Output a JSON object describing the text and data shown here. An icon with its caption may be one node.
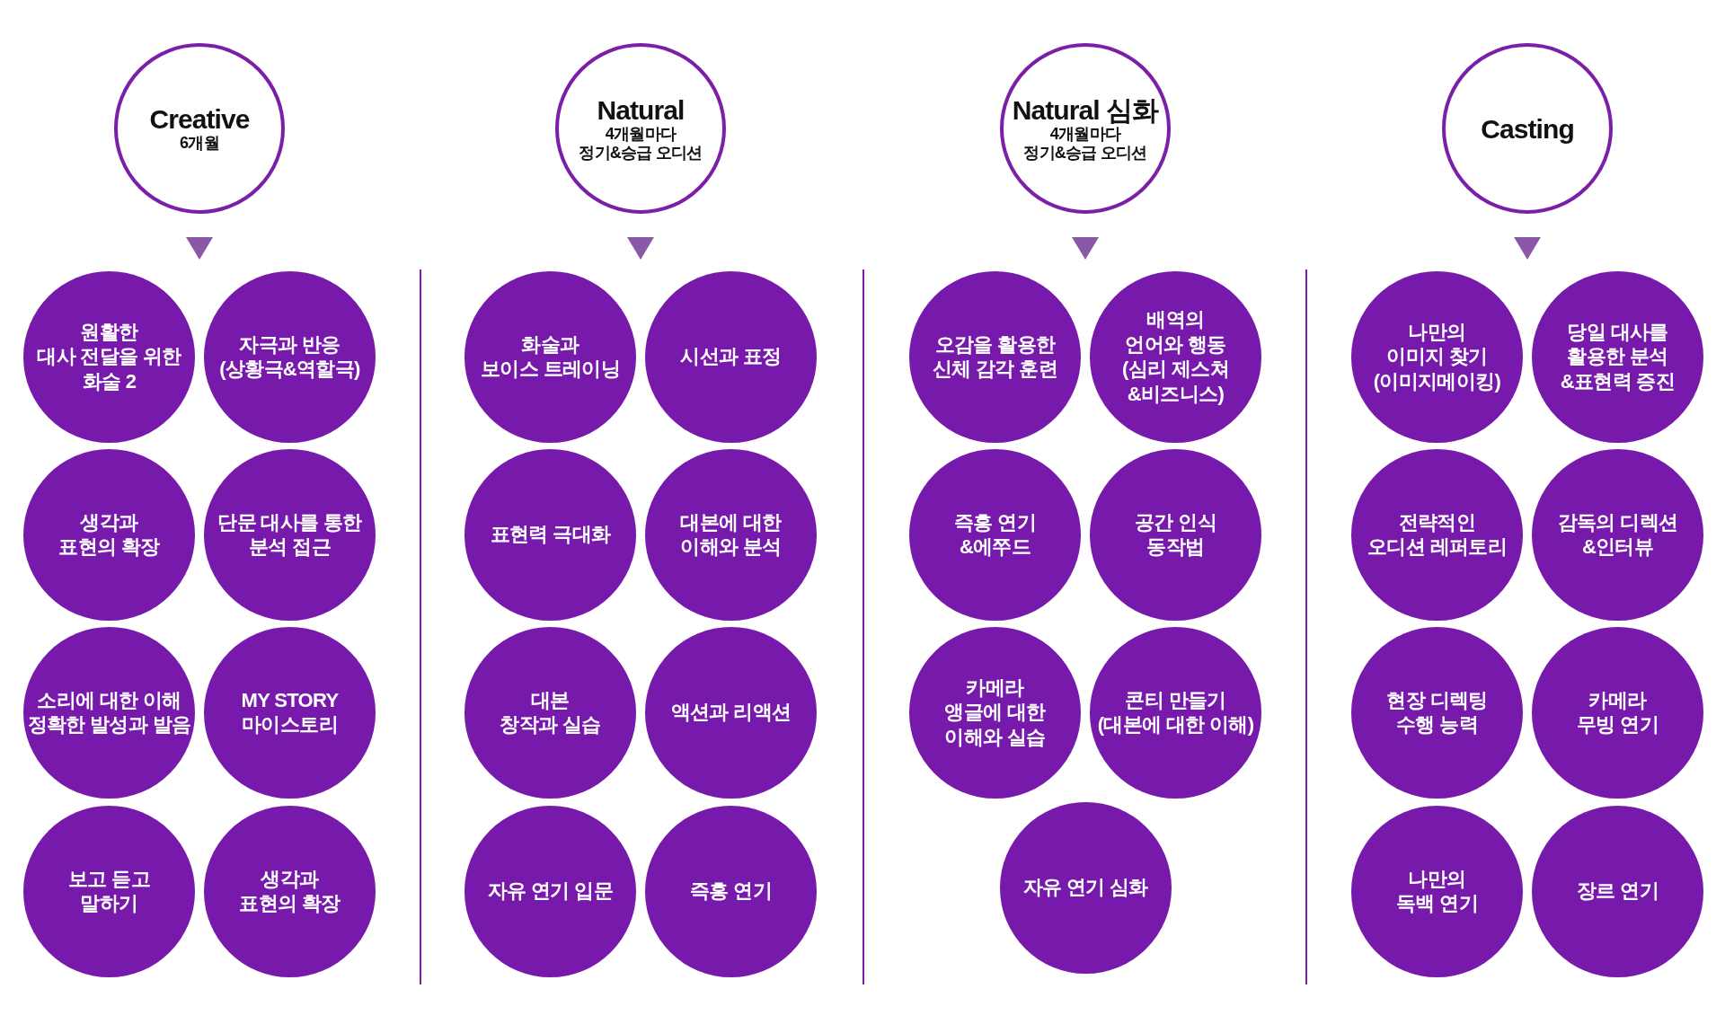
{
  "diagram": {
    "nodes": [
      {
        "text": [
          "Creative",
          "6개월"
        ]
      },
      {
        "text": [
          "원활한 대사 전달을 위한 화술 2"
        ]
      },
      {
        "text": [
          "자극과 반응 (상황극&역할극)"
        ]
      },
      {
        "text": [
          "생각과 표현의 확장"
        ]
      },
      {
        "text": [
          "단문 대사를 통한 분석 접근"
        ]
      },
      {
        "text": [
          "소리에 대한 이해 정확한 발성과 발음"
        ]
      },
      {
        "text": [
          "MY STORY 마이스토리"
        ]
      },
      {
        "text": [
          "보고 듣고 말하기"
        ]
      },
      {
        "text": [
          "생각과 표현의 확장"
        ]
      },
      {
        "text": [
          "Natural",
          "4개월마다 정기&승급 오디션"
        ]
      },
      {
        "text": [
          "화술과 보이스 트레이닝"
        ]
      },
      {
        "text": [
          "시선과 표정"
        ]
      },
      {
        "text": [
          "표현력 극대화"
        ]
      },
      {
        "text": [
          "대본에 대한 이해와 분석"
        ]
      },
      {
        "text": [
          "대본 창작과 실습"
        ]
      },
      {
        "text": [
          "액션과 리액션"
        ]
      },
      {
        "text": [
          "자유 연기 입문"
        ]
      },
      {
        "text": [
          "즉흥 연기"
        ]
      },
      {
        "text": [
          "Natural 심화",
          "4개월마다 정기&승급 오디션"
        ]
      },
      {
        "text": [
          "오감을 활용한 신체 감각 훈련"
        ]
      },
      {
        "text": [
          "배역의 언어와 행동 (심리 제스쳐 &비즈니스)"
        ]
      },
      {
        "text": [
          "즉흥 연기 &에쭈드"
        ]
      },
      {
        "text": [
          "공간 인식 동작법"
        ]
      },
      {
        "text": [
          "카메라 앵글에 대한 이해와 실습"
        ]
      },
      {
        "text": [
          "콘티 만들기 (대본에 대한 이해)"
        ]
      },
      {
        "text": [
          "자유 연기 심화"
        ]
      },
      {
        "text": [
          "Casting"
        ]
      },
      {
        "text": [
          "나만의 이미지 찾기 (이미지메이킹)"
        ]
      },
      {
        "text": [
          "당일 대사를 활용한 분석 &표현력 증진"
        ]
      },
      {
        "text": [
          "전략적인 오디션 레퍼토리"
        ]
      },
      {
        "text": [
          "감독의 디렉션 &인터뷰"
        ]
      },
      {
        "text": [
          "현장 디렉팅 수행 능력"
        ]
      },
      {
        "text": [
          "카메라 무빙 연기"
        ]
      },
      {
        "text": [
          "나만의 독백 연기"
        ]
      },
      {
        "text": [
          "장르 연기"
        ]
      }
    ],
    "edges": [
      {
        "from": 0,
        "to": null,
        "arrow": "to"
      },
      {
        "from": 9,
        "to": null,
        "arrow": "to"
      },
      {
        "from": 18,
        "to": null,
        "arrow": "to"
      },
      {
        "from": 26,
        "to": null,
        "arrow": "to"
      }
    ]
  }
}
